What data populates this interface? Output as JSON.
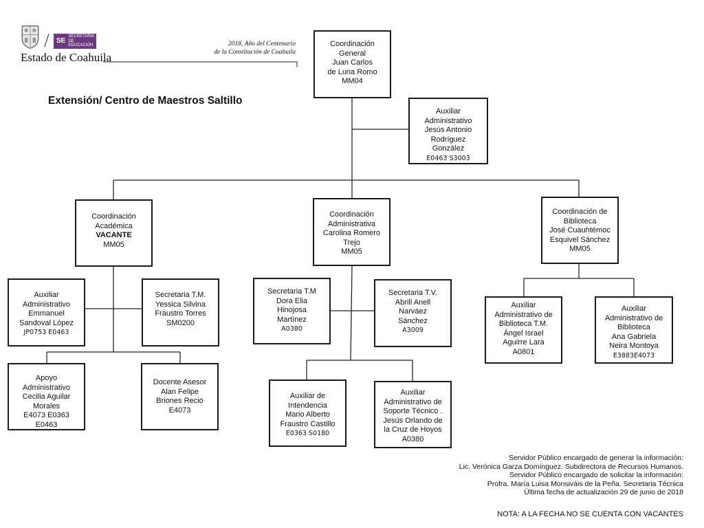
{
  "header": {
    "logo_text": "Estado de Coahuila",
    "se_short": "SE",
    "se_line1": "SECRETARÍA",
    "se_line2": "DE EDUCACIÓN",
    "year_line1": "2018, Año del Centenario",
    "year_line2": "de la Constitución de Coahuila"
  },
  "title": "Extensión/ Centro de Maestros Saltillo",
  "boxes": {
    "general": [
      "Coordinación",
      "General",
      "Juan Carlos",
      "de Luna Romo",
      "MM04"
    ],
    "aux_general": [
      "Auxiliar",
      "Administrativo",
      "Jesús Antonio",
      "Rodríguez",
      "González",
      "E0463    S3003"
    ],
    "academica": [
      "Coordinación",
      "Académica",
      "VACANTE",
      "MM05"
    ],
    "administrativa": [
      "Coordinación",
      "Administrativa",
      "Carolina Romero",
      "Trejo",
      "MM05"
    ],
    "biblioteca": [
      "Coordinación de",
      "Biblioteca",
      "José Cuauhtémoc",
      "Esquivel Sánchez",
      "MM05"
    ],
    "aux_emmanuel": [
      "Auxiliar",
      "Administrativo",
      "Emmanuel",
      "Sandoval López",
      "JP0753    E0463"
    ],
    "sec_yessica": [
      "Secretaria  T.M.",
      "Yessica Silvina",
      "Fraustro Torres",
      "SM0200"
    ],
    "apoyo_cecilia": [
      "Apoyo",
      "Administrativo",
      "Cecilia Aguilar",
      "Morales",
      "E4073  E0363",
      "E0463"
    ],
    "docente_alan": [
      "Docente Asesor",
      "Alan Felipe",
      "Briones Recio",
      "E4073"
    ],
    "sec_dora": [
      "Secretaria T.M",
      "Dora Elia",
      "Hinojosa",
      "Martínez",
      "A0380"
    ],
    "sec_abrill": [
      "Secretaria  T.V.",
      "Abrill Anell",
      "Narváez",
      "Sánchez",
      "A3009"
    ],
    "aux_mario": [
      "Auxiliar de",
      "Intendencia",
      "Mario Alberto",
      "Fraustro Castillo",
      "E0363  S0180"
    ],
    "aux_jesus": [
      "Auxiliar",
      "Administrativo de",
      "Soporte Técnico .",
      "Jesús Orlando de",
      "la Cruz de Hoyos",
      "A0380"
    ],
    "aux_angel": [
      "Auxiliar",
      "Administrativo de",
      "Biblioteca  T.M.",
      "Ángel  Israel",
      "Aguirre Lara",
      "A0801"
    ],
    "aux_ana": [
      "Auxiliar",
      "Administrativo  de",
      "Biblioteca",
      "Ana Gabriela",
      "Neira Montoya",
      "E3883E4073"
    ]
  },
  "footer": [
    "Servidor Público encargado de generar la información:",
    "Lic. Verónica Garza Domínguez. Subdirectora de Recursos Humanos.",
    "Servidor Público encargado de solicitar la información:",
    "Profra. María Luisa Monsiváis de la Peña. Secretaria Técnica",
    "Última fecha de actualización 29 de junio de 2018"
  ],
  "nota": "NOTA: A LA FECHA NO SE CUENTA CON VACANTES"
}
